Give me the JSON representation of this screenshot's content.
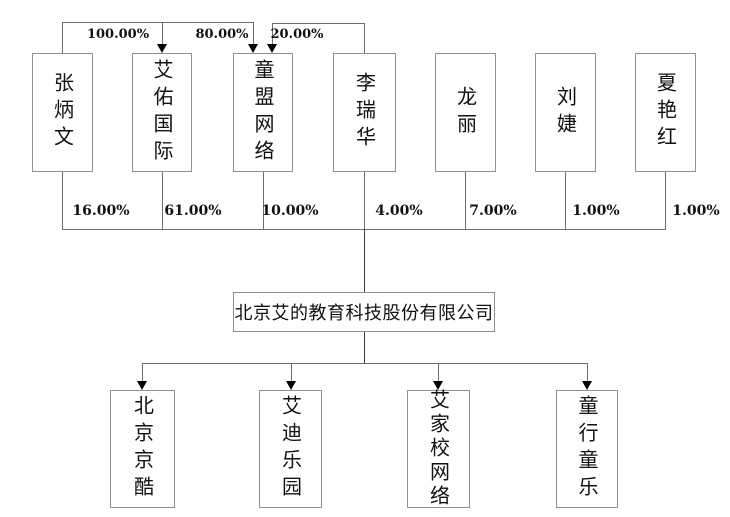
{
  "diagram": {
    "title": "equity-ownership-structure",
    "company": {
      "name": "北京艾的教育科技股份有限公司"
    },
    "shareholders": [
      {
        "name": "张炳文",
        "percent": "16.00%"
      },
      {
        "name": "艾佑国际",
        "percent": "61.00%"
      },
      {
        "name": "童盟网络",
        "percent": "10.00%"
      },
      {
        "name": "李瑞华",
        "percent": "4.00%"
      },
      {
        "name": "龙丽",
        "percent": "7.00%"
      },
      {
        "name": "刘婕",
        "percent": "1.00%"
      },
      {
        "name": "夏艳红",
        "percent": "1.00%"
      }
    ],
    "upper_links": [
      {
        "from": "张炳文",
        "to": "艾佑国际",
        "percent": "100.00%"
      },
      {
        "from": "张炳文",
        "to": "童盟网络",
        "percent": "80.00%"
      },
      {
        "from": "李瑞华",
        "to": "童盟网络",
        "percent": "20.00%"
      }
    ],
    "subsidiaries": [
      {
        "name": "北京京酷"
      },
      {
        "name": "艾迪乐园"
      },
      {
        "name": "艾家校网络"
      },
      {
        "name": "童行童乐"
      }
    ]
  }
}
